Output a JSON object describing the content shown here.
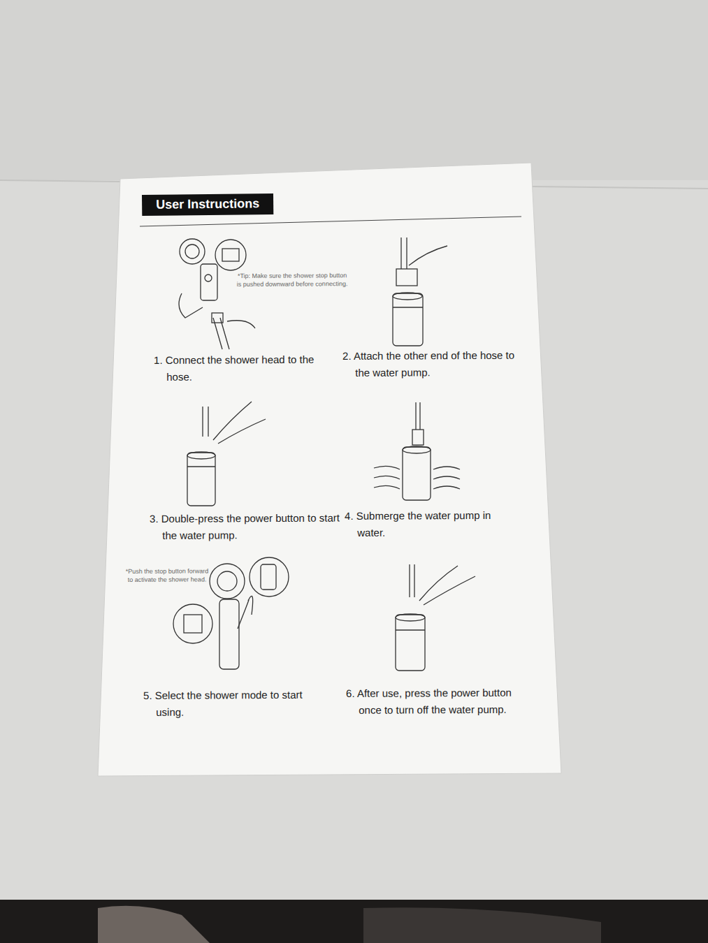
{
  "diagram": {
    "title": "User Instructions",
    "labels": [
      "*Tip: Make sure the shower stop button is pushed downward before connecting.",
      "1. Connect the shower head to the hose.",
      "2. Attach the other end of the hose to the water pump.",
      "3. Double-press the power button to start the water pump.",
      "4. Submerge the water pump in water.",
      "*Push the stop button forward to activate the shower head.",
      "5. Select the shower mode to start using.",
      "6. After use, press the power button once to turn off the water pump."
    ]
  }
}
